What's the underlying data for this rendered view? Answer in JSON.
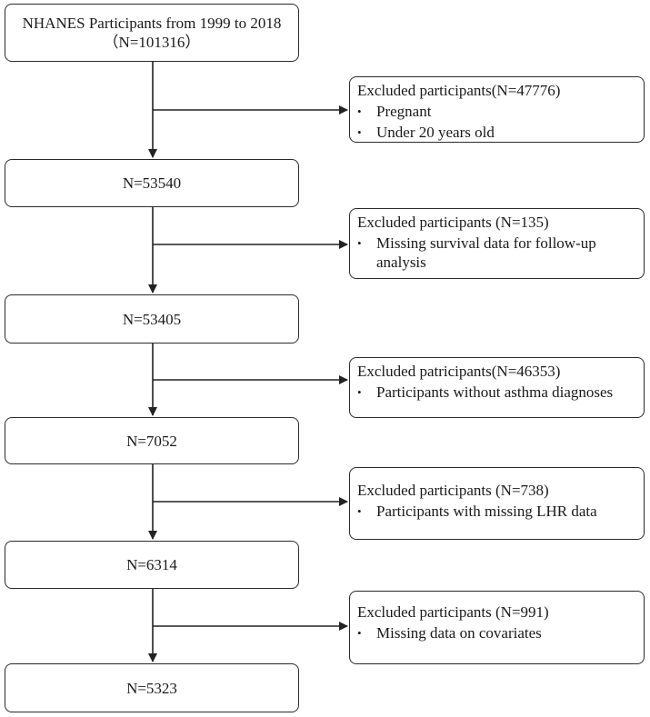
{
  "flowchart": {
    "start": {
      "line1": "NHANES Participants from 1999 to 2018",
      "line2": "（N=101316）"
    },
    "steps": [
      {
        "exclusion": {
          "title": "Excluded participants(N=47776)",
          "items": [
            "Pregnant",
            "Under 20 years old"
          ]
        },
        "result": "N=53540"
      },
      {
        "exclusion": {
          "title": "Excluded participants  (N=135)",
          "items": [
            "Missing survival data for follow-up analysis"
          ]
        },
        "result": "N=53405"
      },
      {
        "exclusion": {
          "title": "Excluded patricipants(N=46353)",
          "items": [
            "Participants without asthma diagnoses"
          ]
        },
        "result": "N=7052"
      },
      {
        "exclusion": {
          "title": "Excluded participants (N=738)",
          "items": [
            "Participants with missing LHR data"
          ]
        },
        "result": "N=6314"
      },
      {
        "exclusion": {
          "title": "Excluded participants (N=991)",
          "items": [
            "Missing data on covariates"
          ]
        },
        "result": "N=5323"
      }
    ],
    "bullet_glyph": "•",
    "colors": {
      "border": "#2a2a2a",
      "text": "#1a1a1a",
      "arrow": "#222222",
      "background": "#ffffff"
    }
  }
}
